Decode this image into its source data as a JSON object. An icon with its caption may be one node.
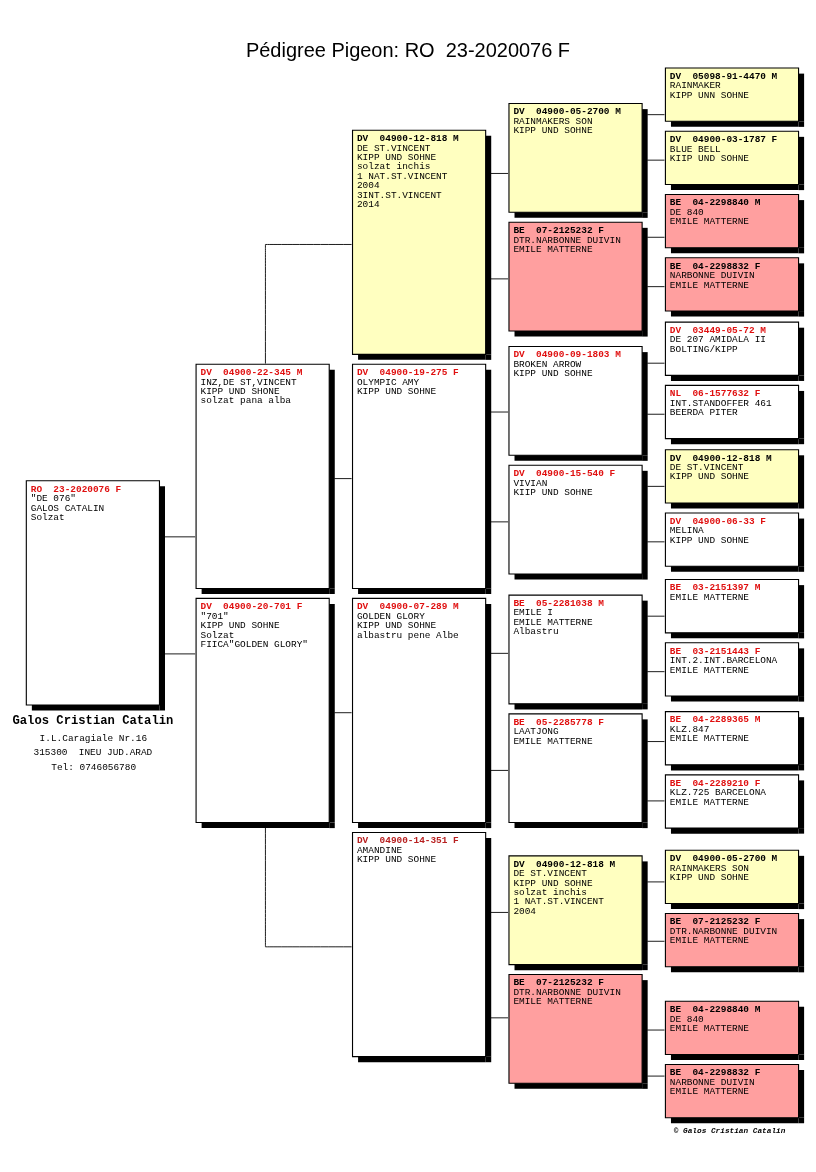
{
  "diagram": {
    "title": "Pédigree Pigeon: RO  23-2020076 F",
    "nodes": [
      {
        "text": [
          "RO  23-2020076 F",
          "\"DE 076\"",
          "GALOS CATALIN",
          "Solzat"
        ]
      },
      {
        "text": [
          "DV  04900-22-345 M",
          "INZ,DE ST,VINCENT",
          "KIPP UND SHONE",
          "solzat pana alba"
        ]
      },
      {
        "text": [
          "DV  04900-20-701 F",
          "\"701\"",
          "KIPP UND SOHNE",
          "Solzat",
          "FIICA\"GOLDEN GLORY\""
        ]
      },
      {
        "text": [
          "DV  04900-12-818 M",
          "DE ST.VINCENT",
          "KIPP UND SOHNE",
          "solzat inchis",
          "1 NAT.ST.VINCENT",
          "2004",
          "3INT.ST.VINCENT",
          "2014"
        ]
      },
      {
        "text": [
          "DV  04900-19-275 F",
          "OLYMPIC AMY",
          "KIPP UND SOHNE"
        ]
      },
      {
        "text": [
          "DV  04900-07-289 M",
          "GOLDEN GLORY",
          "KIPP UND SOHNE",
          "albastru pene Albe"
        ]
      },
      {
        "text": [
          "DV  04900-14-351 F",
          "AMANDINE",
          "KIPP UND SOHNE"
        ]
      },
      {
        "text": [
          "DV  04900-05-2700 M",
          "RAINMAKERS SON",
          "KIPP UND SOHNE"
        ]
      },
      {
        "text": [
          "BE  07-2125232 F",
          "DTR.NARBONNE DUIVIN",
          "EMILE MATTERNE"
        ]
      },
      {
        "text": [
          "DV  04900-09-1803 M",
          "BROKEN ARROW",
          "KIPP UND SOHNE"
        ]
      },
      {
        "text": [
          "DV  04900-15-540 F",
          "VIVIAN",
          "KIIP UND SOHNE"
        ]
      },
      {
        "text": [
          "BE  05-2281038 M",
          "EMILE I",
          "EMILE MATTERNE",
          "Albastru"
        ]
      },
      {
        "text": [
          "BE  05-2285778 F",
          "LAATJONG",
          "EMILE MATTERNE"
        ]
      },
      {
        "text": [
          "DV  04900-12-818 M",
          "DE ST.VINCENT",
          "KIPP UND SOHNE",
          "solzat inchis",
          "1 NAT.ST.VINCENT",
          "2004"
        ]
      },
      {
        "text": [
          "BE  07-2125232 F",
          "DTR.NARBONNE DUIVIN",
          "EMILE MATTERNE"
        ]
      },
      {
        "text": [
          "DV  05098-91-4470 M",
          "RAINMAKER",
          "KIPP UNN SOHNE"
        ]
      },
      {
        "text": [
          "DV  04900-03-1787 F",
          "BLUE BELL",
          "KIIP UND SOHNE"
        ]
      },
      {
        "text": [
          "BE  04-2298840 M",
          "DE 840",
          "EMILE MATTERNE"
        ]
      },
      {
        "text": [
          "BE  04-2298832 F",
          "NARBONNE DUIVIN",
          "EMILE MATTERNE"
        ]
      },
      {
        "text": [
          "DV  03449-05-72 M",
          "DE 207 AMIDALA II",
          "BOLTING/KIPP"
        ]
      },
      {
        "text": [
          "NL  06-1577632 F",
          "INT.STANDOFFER 461",
          "BEERDA PITER"
        ]
      },
      {
        "text": [
          "DV  04900-12-818 M",
          "DE ST.VINCENT",
          "KIPP UND SOHNE"
        ]
      },
      {
        "text": [
          "DV  04900-06-33 F",
          "MELINA",
          "KIPP UND SOHNE"
        ]
      },
      {
        "text": [
          "BE  03-2151397 M",
          "EMILE MATTERNE"
        ]
      },
      {
        "text": [
          "BE  03-2151443 F",
          "INT.2.INT.BARCELONA",
          "EMILE MATTERNE"
        ]
      },
      {
        "text": [
          "BE  04-2289365 M",
          "KLZ.847",
          "EMILE MATTERNE"
        ]
      },
      {
        "text": [
          "BE  04-2289210 F",
          "KLZ.725 BARCELONA",
          "EMILE MATTERNE"
        ]
      },
      {
        "text": [
          "DV  04900-05-2700 M",
          "RAINMAKERS SON",
          "KIPP UND SOHNE"
        ]
      },
      {
        "text": [
          "BE  07-2125232 F",
          "DTR.NARBONNE DUIVIN",
          "EMILE MATTERNE"
        ]
      },
      {
        "text": [
          "BE  04-2298840 M",
          "DE 840",
          "EMILE MATTERNE"
        ]
      },
      {
        "text": [
          "BE  04-2298832 F",
          "NARBONNE DUIVIN",
          "EMILE MATTERNE"
        ]
      }
    ],
    "edges": [
      {
        "from": 0,
        "to": 1,
        "arrow": "none"
      },
      {
        "from": 0,
        "to": 2,
        "arrow": "none"
      },
      {
        "from": 1,
        "to": 3,
        "arrow": "none"
      },
      {
        "from": 1,
        "to": 4,
        "arrow": "none"
      },
      {
        "from": 2,
        "to": 5,
        "arrow": "none"
      },
      {
        "from": 2,
        "to": 6,
        "arrow": "none"
      },
      {
        "from": 3,
        "to": 7,
        "arrow": "none"
      },
      {
        "from": 3,
        "to": 8,
        "arrow": "none"
      },
      {
        "from": 4,
        "to": 9,
        "arrow": "none"
      },
      {
        "from": 4,
        "to": 10,
        "arrow": "none"
      },
      {
        "from": 5,
        "to": 11,
        "arrow": "none"
      },
      {
        "from": 5,
        "to": 12,
        "arrow": "none"
      },
      {
        "from": 6,
        "to": 13,
        "arrow": "none"
      },
      {
        "from": 6,
        "to": 14,
        "arrow": "none"
      },
      {
        "from": 7,
        "to": 15,
        "arrow": "none"
      },
      {
        "from": 7,
        "to": 16,
        "arrow": "none"
      },
      {
        "from": 8,
        "to": 17,
        "arrow": "none"
      },
      {
        "from": 8,
        "to": 18,
        "arrow": "none"
      },
      {
        "from": 9,
        "to": 19,
        "arrow": "none"
      },
      {
        "from": 9,
        "to": 20,
        "arrow": "none"
      },
      {
        "from": 10,
        "to": 21,
        "arrow": "none"
      },
      {
        "from": 10,
        "to": 22,
        "arrow": "none"
      },
      {
        "from": 11,
        "to": 23,
        "arrow": "none"
      },
      {
        "from": 11,
        "to": 24,
        "arrow": "none"
      },
      {
        "from": 12,
        "to": 25,
        "arrow": "none"
      },
      {
        "from": 12,
        "to": 26,
        "arrow": "none"
      },
      {
        "from": 13,
        "to": 27,
        "arrow": "none"
      },
      {
        "from": 13,
        "to": 28,
        "arrow": "none"
      },
      {
        "from": 14,
        "to": 29,
        "arrow": "none"
      },
      {
        "from": 14,
        "to": 30,
        "arrow": "none"
      }
    ],
    "labels": [
      "Galos Cristian Catalin",
      "I.L.Caragiale Nr.16",
      "315300  INEU JUD.ARAD",
      "Tel: 0746056780",
      "© Galos Cristian Catalin"
    ]
  }
}
